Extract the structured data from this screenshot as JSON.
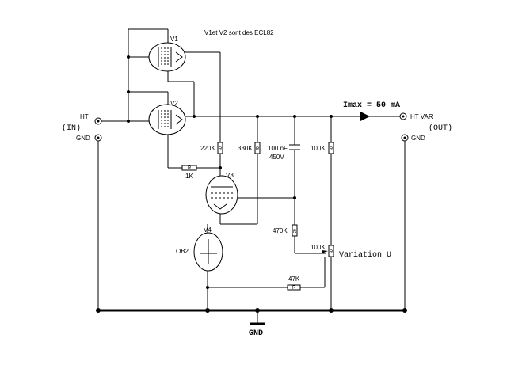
{
  "header": {
    "note": "V1et V2 sont des ECL82",
    "imax": "Imax = 50 mA"
  },
  "terminals": {
    "ht_in": "HT",
    "in": "(IN)",
    "gnd_in": "GND",
    "ht_out": "HT VAR",
    "out": "(OUT)",
    "gnd_out": "GND"
  },
  "tubes": {
    "v1": "V1",
    "v2": "V2",
    "v3": "V3",
    "v4": "V4",
    "ob2": "OB2"
  },
  "components": {
    "r220k": "220K",
    "r330k": "330K",
    "c100nf": "100 nF",
    "c450v": "450V",
    "r100k_top": "100K",
    "r1k": "1K",
    "r470k": "470K",
    "pot100k": "100K",
    "pot_label": "Variation U",
    "r47k": "47K",
    "r_symbol": "R"
  },
  "ground": {
    "label": "GND"
  }
}
